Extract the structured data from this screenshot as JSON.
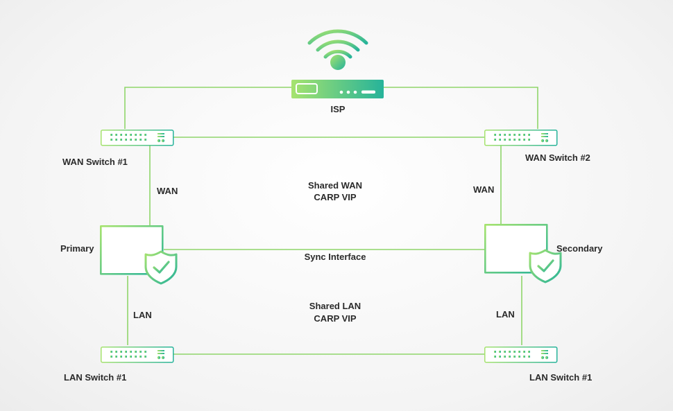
{
  "colors": {
    "line": "#8fd56a",
    "accent_light": "#a6e36e",
    "accent_dark": "#26b39a",
    "device_bg": "#ffffff"
  },
  "isp": {
    "label": "ISP",
    "icon": "wifi-icon"
  },
  "switches": {
    "wan1": "WAN Switch #1",
    "wan2": "WAN Switch #2",
    "lan1": "LAN Switch #1",
    "lan2": "LAN Switch #1"
  },
  "firewalls": {
    "primary": "Primary",
    "secondary": "Secondary",
    "icon": "firewall-shield-icon"
  },
  "links": {
    "wan_left": "WAN",
    "wan_right": "WAN",
    "lan_left": "LAN",
    "lan_right": "LAN",
    "shared_wan_line1": "Shared WAN",
    "shared_wan_line2": "CARP VIP",
    "sync": "Sync Interface",
    "shared_lan_line1": "Shared LAN",
    "shared_lan_line2": "CARP VIP"
  }
}
